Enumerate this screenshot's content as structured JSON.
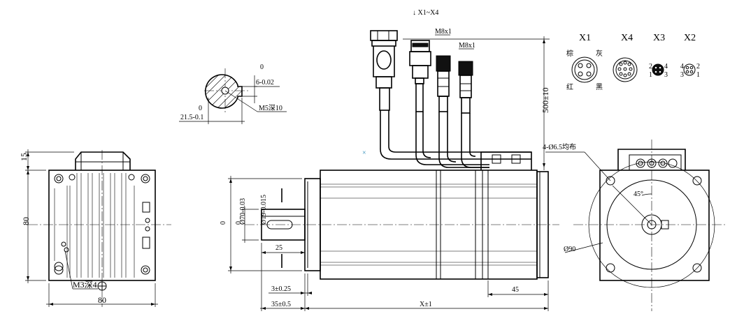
{
  "connector_header": "↓ X1~X4",
  "connector_labels": {
    "x1": "X1",
    "x4": "X4",
    "x3": "X3",
    "x2": "X2"
  },
  "cable_labels": {
    "m8_left": "M8x1",
    "m8_right": "M8x1"
  },
  "pin_labels": {
    "x1_brown": "棕",
    "x1_gray": "灰",
    "x1_red": "红",
    "x1_black": "黑",
    "x3_pin2": "2",
    "x3_pin4": "4",
    "x3_pin1": "1",
    "x3_pin3": "3",
    "x2_pin4": "4",
    "x2_pin2": "2",
    "x2_pin3": "3",
    "x2_pin1": "1"
  },
  "shaft_section": {
    "key_tol_upper": "0",
    "key_dim": "6-0.02",
    "flat_tol_upper": "0",
    "flat_dim": "21.5-0.1",
    "thread_note": "M5深10"
  },
  "side_view": {
    "height_15": "15",
    "height_80": "80",
    "width_80": "80",
    "thread_note": "M3深4"
  },
  "main_view": {
    "cable_length": "500±10",
    "mount_hole_note": "4-Ø6.5均布",
    "flange_tol_upper": "0",
    "flange_dim": "Ø70-0.03",
    "shaft_tol_upper": "0",
    "shaft_dim": "Ø19-0.015",
    "shaft_length": "25",
    "rear_length": "45",
    "flange_thickness": "3±0.25",
    "shaft_extension": "35±0.5",
    "total_length": "X±1"
  },
  "front_view": {
    "angle": "45°",
    "pcd": "Ø90"
  }
}
